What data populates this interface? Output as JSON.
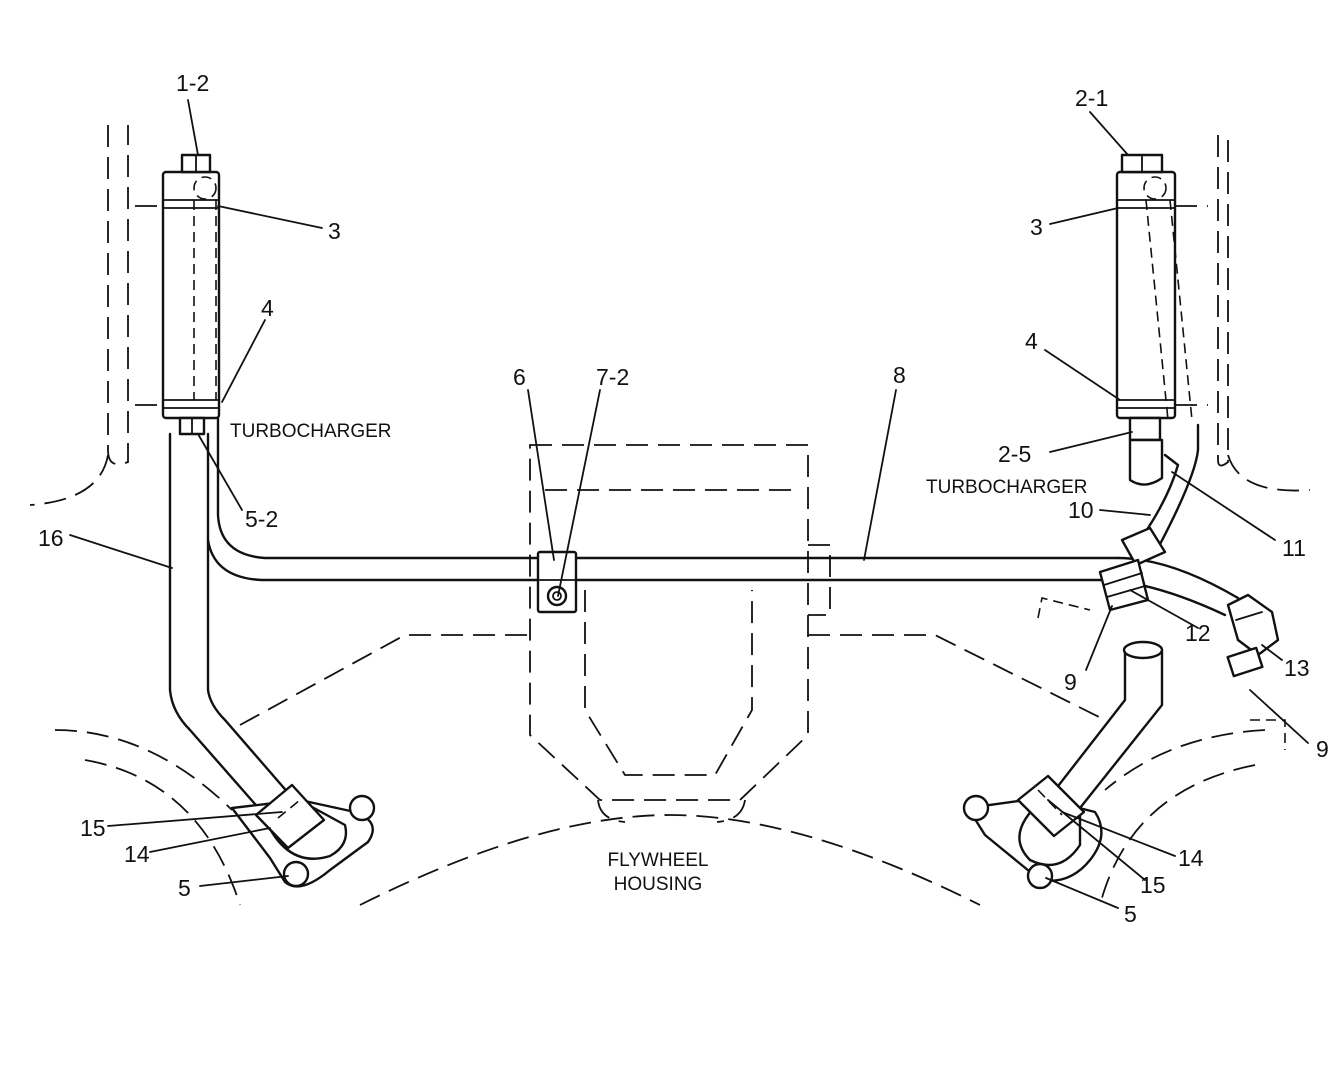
{
  "callouts": {
    "c_1_2": "1-2",
    "c_2_1": "2-1",
    "c_3_left": "3",
    "c_3_right": "3",
    "c_4_left": "4",
    "c_4_right": "4",
    "c_5_2": "5-2",
    "c_2_5": "2-5",
    "c_6": "6",
    "c_7_2": "7-2",
    "c_8": "8",
    "c_9_left": "9",
    "c_9_right": "9",
    "c_10": "10",
    "c_11": "11",
    "c_12": "12",
    "c_13": "13",
    "c_14_left": "14",
    "c_14_right": "14",
    "c_15_left": "15",
    "c_15_right": "15",
    "c_16": "16",
    "c_5_left": "5",
    "c_5_right": "5"
  },
  "labels": {
    "turbo_left": "TURBOCHARGER",
    "turbo_right": "TURBOCHARGER",
    "flywheel_line1": "FLYWHEEL",
    "flywheel_line2": "HOUSING"
  }
}
